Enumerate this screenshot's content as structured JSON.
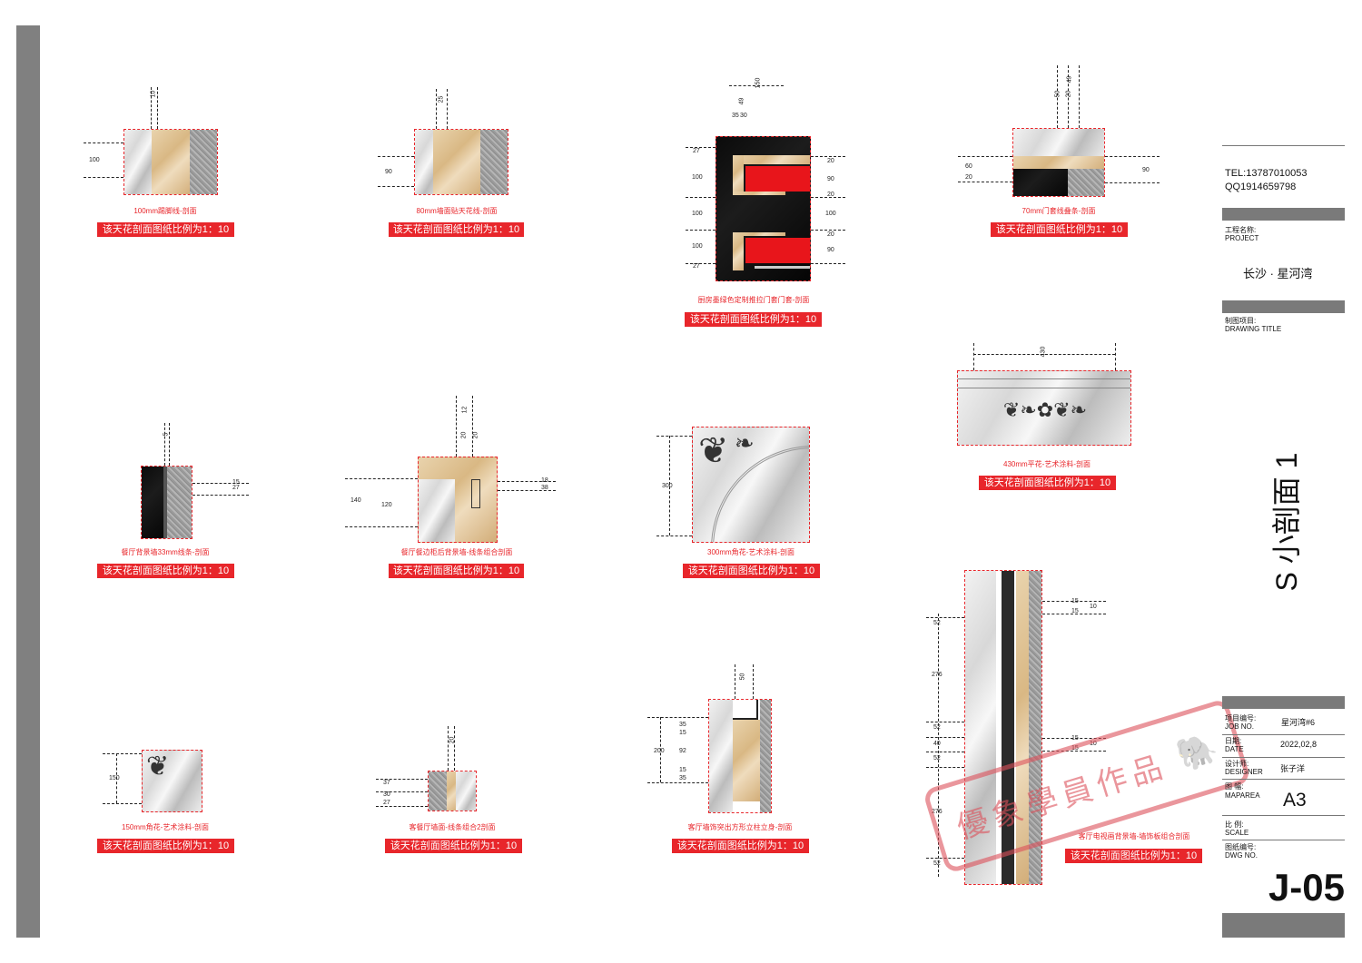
{
  "sheet": {
    "scale_label": "该天花剖面图纸比例为1：10",
    "vertical_title": "S 小剖面 1",
    "stamp_text": "優象學員作品"
  },
  "panels": [
    {
      "caption": "100mm踢脚线-剖面",
      "dims": [
        "10",
        "100"
      ]
    },
    {
      "caption": "80mm墙面贴天花线-剖面",
      "dims": [
        "25",
        "90"
      ]
    },
    {
      "caption": "厨房墨绿色定制推拉门套门套-剖面",
      "dims": [
        "150",
        "49",
        "35",
        "30",
        "27",
        "100",
        "100",
        "100",
        "27",
        "20",
        "90",
        "20",
        "100",
        "20",
        "90"
      ]
    },
    {
      "caption": "70mm门套线叠条-剖面",
      "dims": [
        "49",
        "50",
        "20",
        "60",
        "20",
        "90"
      ]
    },
    {
      "caption": "430mm平花-艺术涂料-剖面",
      "dims": [
        "430"
      ]
    },
    {
      "caption": "餐厅背景墙33mm线条-剖面",
      "dims": [
        "5",
        "27",
        "15"
      ]
    },
    {
      "caption": "餐厅餐边柜后背景墙-线条组合剖面",
      "dims": [
        "12",
        "20",
        "20",
        "140",
        "120",
        "18",
        "38"
      ]
    },
    {
      "caption": "300mm角花-艺术涂料-剖面",
      "dims": [
        "300"
      ]
    },
    {
      "caption": "150mm角花-艺术涂料-剖面",
      "dims": [
        "150"
      ]
    },
    {
      "caption": "客餐厅墙面-线条组合2剖面",
      "dims": [
        "20",
        "37",
        "30",
        "27"
      ]
    },
    {
      "caption": "客厅墙饰突出方形立柱立身-剖面",
      "dims": [
        "50",
        "35",
        "15",
        "200",
        "92",
        "15",
        "35"
      ]
    },
    {
      "caption": "客厅电视画背景墙-墙饰板组合剖面",
      "dims": [
        "52",
        "276",
        "52",
        "40",
        "52",
        "276",
        "52",
        "15",
        "15",
        "10",
        "15",
        "15",
        "10"
      ]
    }
  ],
  "title_block": {
    "tel": "TEL:13787010053",
    "qq": "QQ1914659798",
    "project_cn": "工程名称:",
    "project_en": "PROJECT",
    "project_value": "长沙 · 星河湾",
    "drawing_title_cn": "制图项目:",
    "drawing_title_en": "DRAWING TITLE",
    "job_cn": "项目编号:",
    "job_en": "JOB NO.",
    "job_value": "星河湾#6",
    "date_cn": "日期:",
    "date_en": "DATE",
    "date_value": "2022,02,8",
    "designer_cn": "设计师:",
    "designer_en": "DESIGNER",
    "designer_value": "张子洋",
    "maparea_cn": "图 幅:",
    "maparea_en": "MAPAREA",
    "maparea_value": "A3",
    "scale_cn": "比 例:",
    "scale_en": "SCALE",
    "dwg_cn": "图纸编号:",
    "dwg_en": "DWG NO.",
    "dwg_value": "J-05"
  },
  "colors": {
    "accent_red": "#e8262b",
    "bar_gray": "#7a7a7a"
  }
}
